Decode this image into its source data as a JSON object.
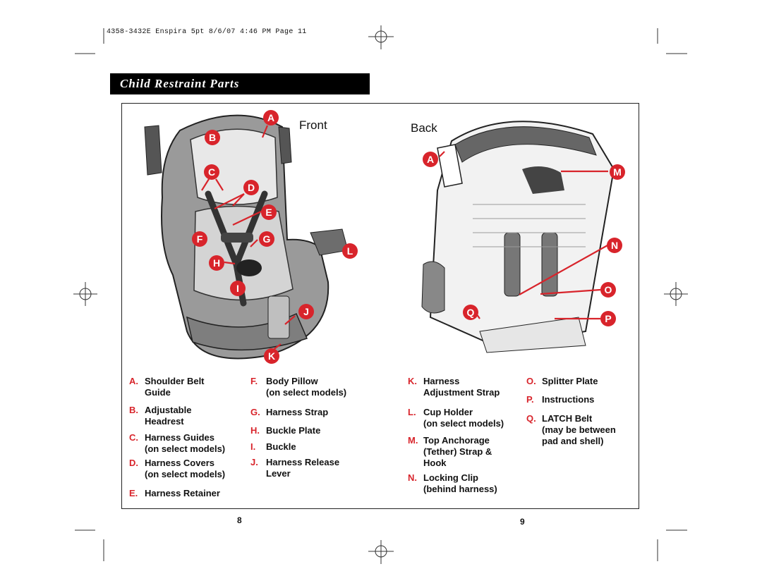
{
  "slug_line": "4358-3432E Enspira 5pt  8/6/07  4:46 PM  Page 11",
  "section_title": "Child Restraint Parts",
  "views": {
    "front": "Front",
    "back": "Back"
  },
  "colors": {
    "accent": "#d8242b",
    "header_bar": "#000000"
  },
  "callouts": [
    "A",
    "B",
    "C",
    "D",
    "E",
    "F",
    "G",
    "H",
    "I",
    "J",
    "K",
    "L",
    "M",
    "N",
    "O",
    "P",
    "Q"
  ],
  "legend_left": [
    {
      "letter": "A.",
      "lines": [
        "Shoulder Belt",
        "Guide"
      ]
    },
    {
      "letter": "B.",
      "lines": [
        "Adjustable",
        "Headrest"
      ]
    },
    {
      "letter": "C.",
      "lines": [
        "Harness Guides",
        "(on select models)"
      ]
    },
    {
      "letter": "D.",
      "lines": [
        "Harness Covers",
        "(on select models)"
      ]
    },
    {
      "letter": "E.",
      "lines": [
        "Harness Retainer"
      ]
    }
  ],
  "legend_mid": [
    {
      "letter": "F.",
      "lines": [
        "Body Pillow",
        "(on select models)"
      ]
    },
    {
      "letter": "G.",
      "lines": [
        "Harness Strap"
      ]
    },
    {
      "letter": "H.",
      "lines": [
        "Buckle Plate"
      ]
    },
    {
      "letter": "I.",
      "lines": [
        "Buckle"
      ]
    },
    {
      "letter": "J.",
      "lines": [
        "Harness Release",
        "Lever"
      ]
    }
  ],
  "legend_right1": [
    {
      "letter": "K.",
      "lines": [
        "Harness",
        "Adjustment Strap"
      ]
    },
    {
      "letter": "L.",
      "lines": [
        "Cup Holder",
        "(on select models)"
      ]
    },
    {
      "letter": "M.",
      "lines": [
        "Top Anchorage",
        "(Tether) Strap &",
        "Hook"
      ]
    },
    {
      "letter": "N.",
      "lines": [
        "Locking Clip",
        "(behind harness)"
      ]
    }
  ],
  "legend_right2": [
    {
      "letter": "O.",
      "lines": [
        "Splitter Plate"
      ]
    },
    {
      "letter": "P.",
      "lines": [
        "Instructions"
      ]
    },
    {
      "letter": "Q.",
      "lines": [
        "LATCH Belt",
        "(may be between",
        "pad and shell)"
      ]
    }
  ],
  "page_numbers": {
    "left": "8",
    "right": "9"
  }
}
